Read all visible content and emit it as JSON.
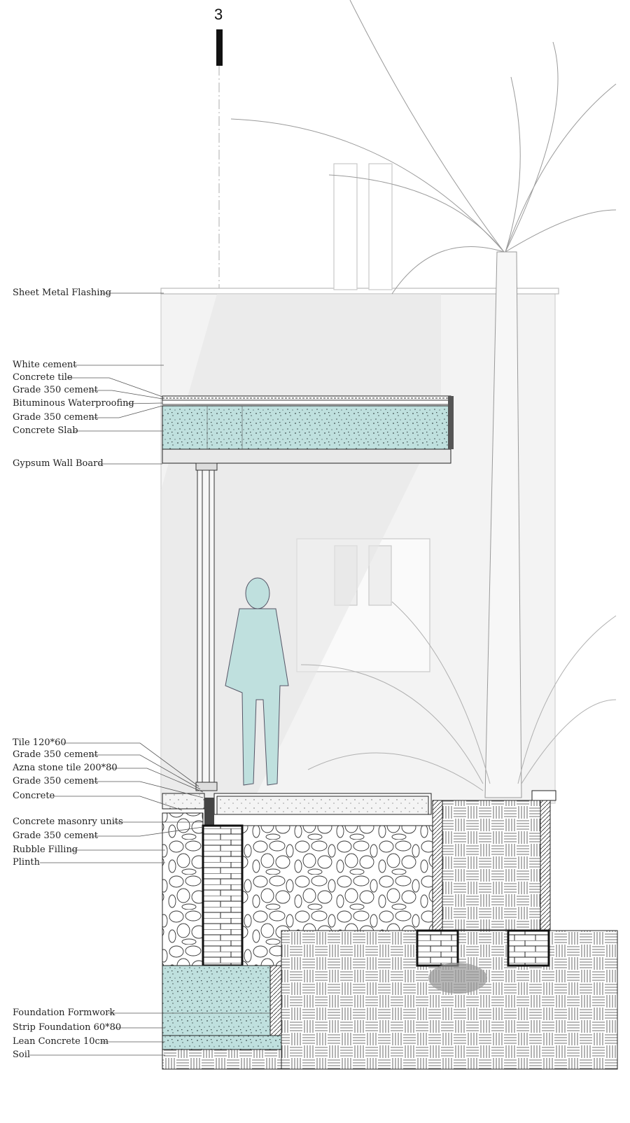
{
  "section_marker": "3",
  "labels": {
    "sheet_metal_flashing": "Sheet Metal Flashing",
    "white_cement": "White cement",
    "concrete_tile": "Concrete tile",
    "grade350_a": "Grade 350 cement",
    "bituminous": "Bituminous Waterproofing",
    "grade350_b": "Grade 350 cement",
    "concrete_slab": "Concrete Slab",
    "gypsum_board": "Gypsum Wall Board",
    "tile_120": "Tile 120*60",
    "grade350_c": "Grade 350 cement",
    "azna_tile": "Azna stone tile 200*80",
    "grade350_d": "Grade 350 cement",
    "concrete": "Concrete",
    "cmu": "Concrete masonry units",
    "grade350_e": "Grade 350 cement",
    "rubble": "Rubble Filling",
    "plinth": "Plinth",
    "formwork": "Foundation Formwork",
    "strip_foundation": "Strip Foundation 60*80",
    "lean_concrete": "Lean Concrete 10cm",
    "soil": "Soil"
  },
  "colors": {
    "concrete_fill": "#bfe0de",
    "line": "#222222",
    "ghost": "#d7d7d7",
    "figure": "#bfe0de"
  },
  "icons": {
    "figure": "standing-man-icon",
    "palm": "palm-tree-icon"
  }
}
